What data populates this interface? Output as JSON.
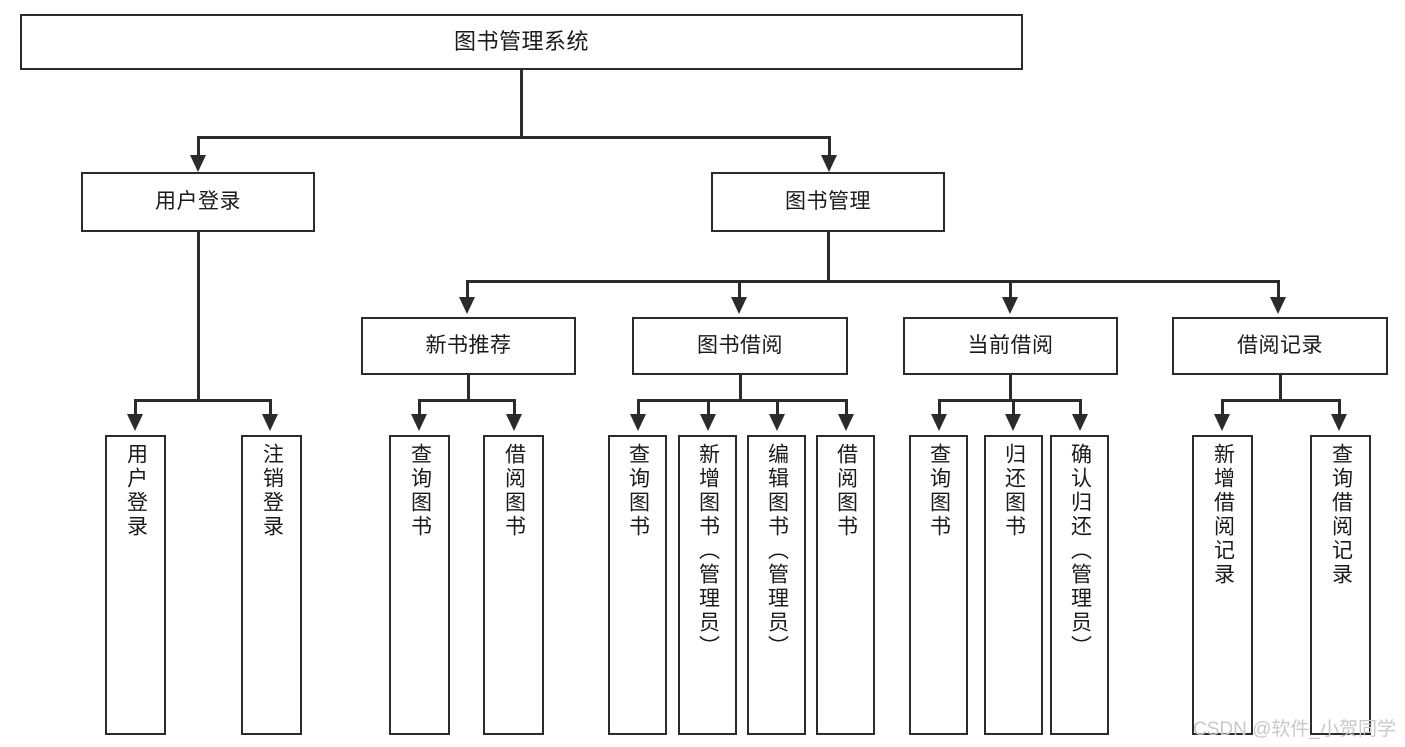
{
  "diagram": {
    "type": "tree-hierarchy-chart",
    "title": "图书管理系统",
    "levels": 4,
    "nodes": {
      "root": {
        "label": "图书管理系统"
      },
      "level2": [
        {
          "label": "用户登录"
        },
        {
          "label": "图书管理"
        }
      ],
      "level3": [
        {
          "label": "新书推荐"
        },
        {
          "label": "图书借阅"
        },
        {
          "label": "当前借阅"
        },
        {
          "label": "借阅记录"
        }
      ],
      "leaves": {
        "user_login": [
          {
            "label": "用户登录"
          },
          {
            "label": "注销登录"
          }
        ],
        "new_book_recommend": [
          {
            "label": "查询图书"
          },
          {
            "label": "借阅图书"
          }
        ],
        "book_borrow": [
          {
            "label": "查询图书"
          },
          {
            "label": "新增图书（管理员）"
          },
          {
            "label": "编辑图书（管理员）"
          },
          {
            "label": "借阅图书"
          }
        ],
        "current_borrow": [
          {
            "label": "查询图书"
          },
          {
            "label": "归还图书"
          },
          {
            "label": "确认归还（管理员）"
          }
        ],
        "borrow_record": [
          {
            "label": "新增借阅记录"
          },
          {
            "label": "查询借阅记录"
          }
        ]
      }
    },
    "watermark": "CSDN @软件_小贺同学",
    "colors": {
      "stroke": "#2b2b2b",
      "fill": "#ffffff",
      "text": "#1a1a1a",
      "watermark": "#c9c9c9"
    }
  }
}
